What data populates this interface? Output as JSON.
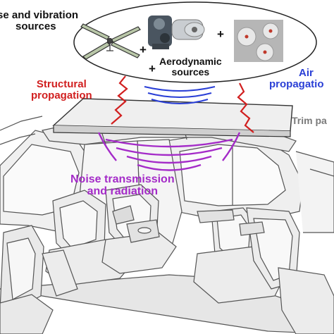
{
  "labels": {
    "noise_vibration_line1": "se and vibration",
    "noise_vibration_line2": "sources",
    "aerodynamic_line1": "Aerodynamic",
    "aerodynamic_line2": "sources",
    "structural_line1": "Structural",
    "structural_line2": "propagation",
    "air_line1": "Air",
    "air_line2": "propagatio",
    "trim_panel": "Trim pa",
    "noise_tx_line1": "Noise transmission",
    "noise_tx_line2": "and radiation",
    "plus": "+"
  },
  "colors": {
    "structural": "#d11f1f",
    "air": "#2a3fd6",
    "radiation": "#a42bc8",
    "trim": "#7a7a7a",
    "text": "#111111"
  },
  "icons": [
    "rotor-icon",
    "engine-icon",
    "gears-icon",
    "vibration-wave-icon",
    "sound-wave-icon"
  ]
}
